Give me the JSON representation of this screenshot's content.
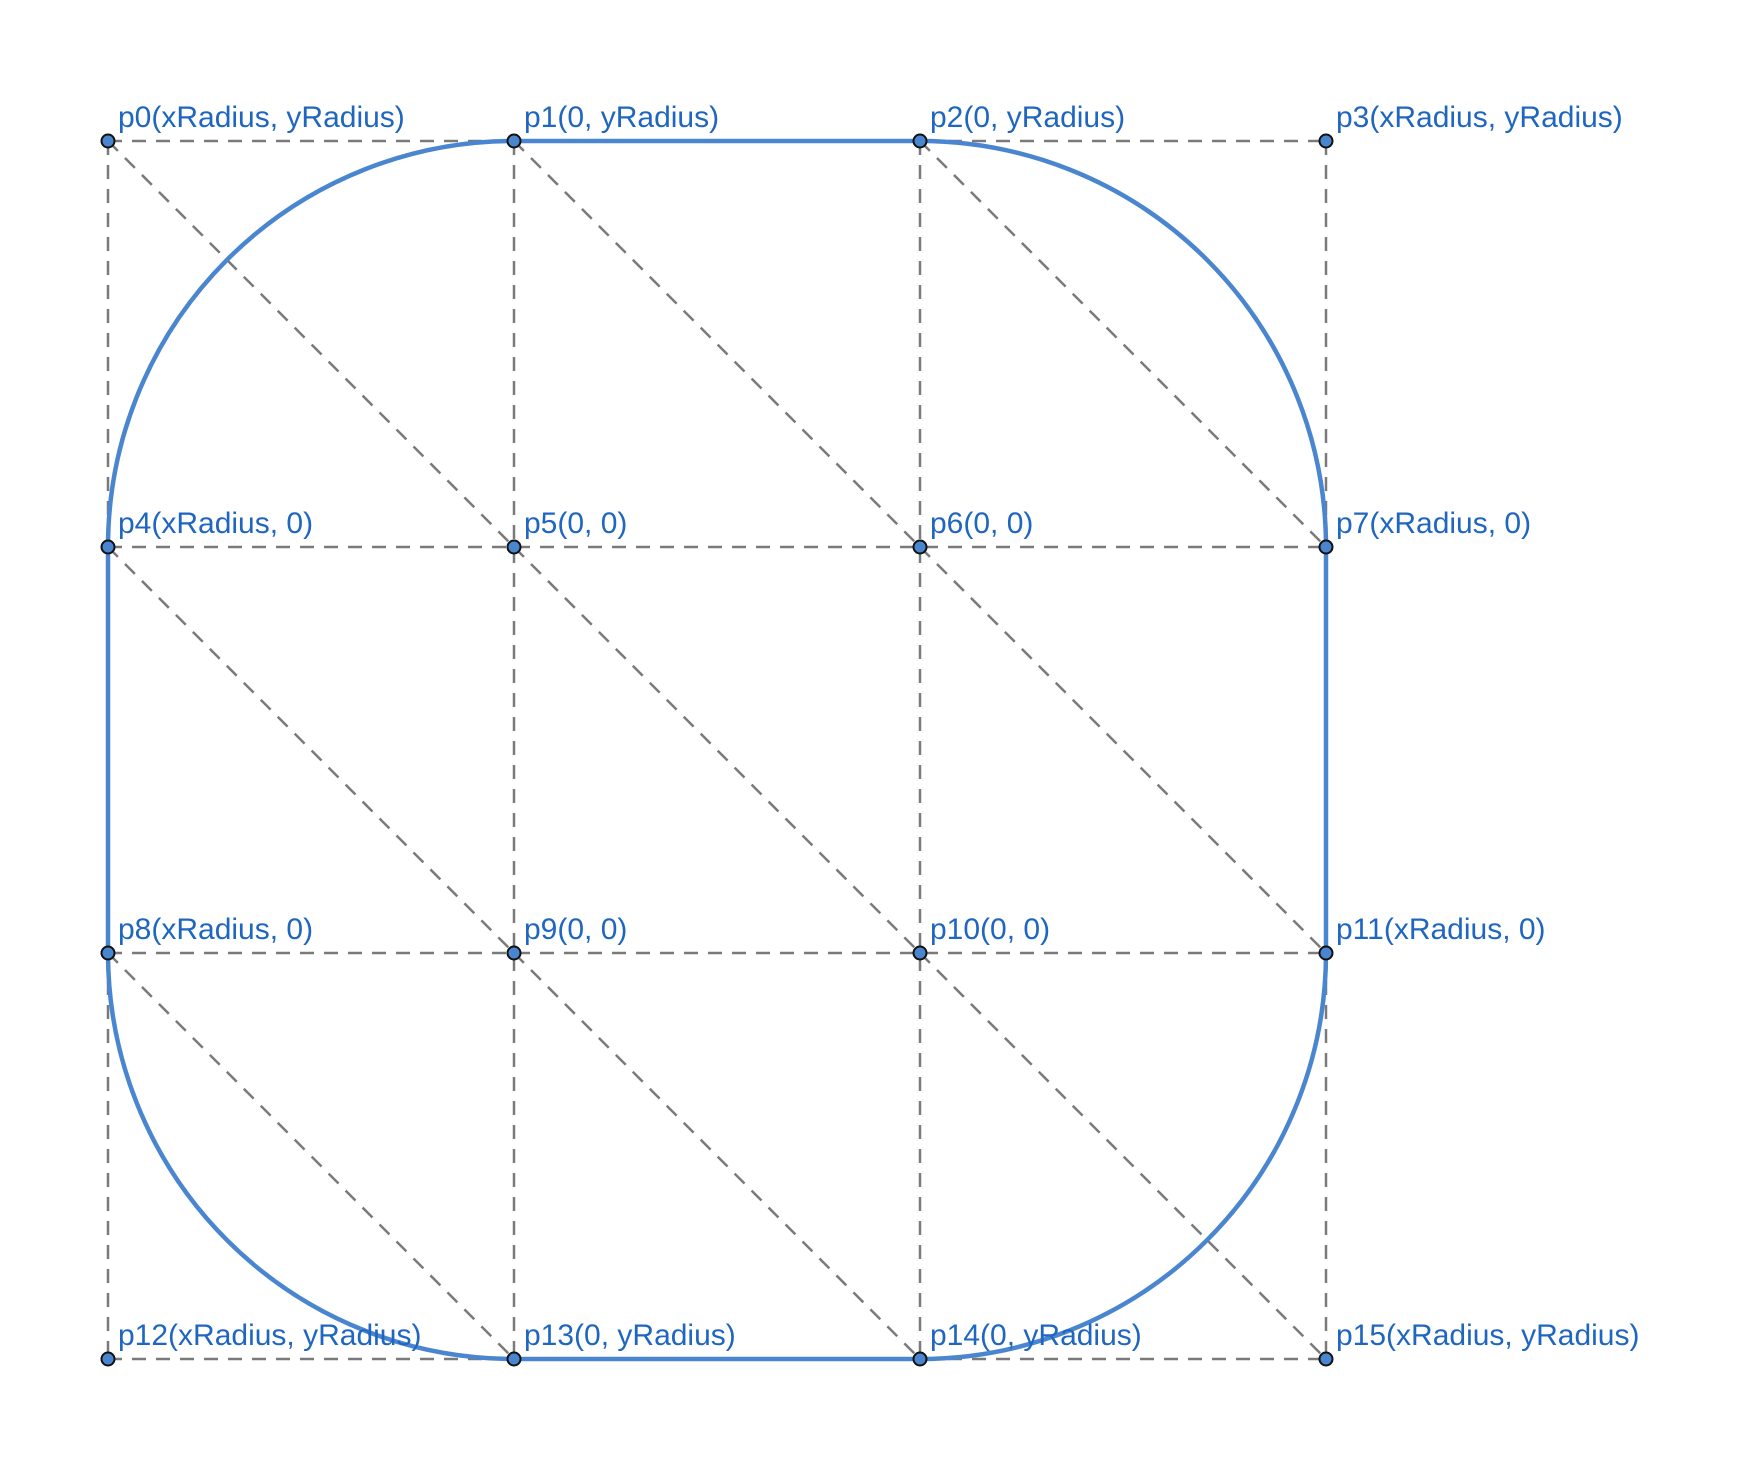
{
  "diagram": {
    "colors": {
      "outline": "#4a86cf",
      "grid": "#7a7a7a",
      "label": "#1f66c0",
      "point_fill": "#4a86cf",
      "point_stroke": "#111111"
    },
    "points": [
      {
        "id": "p0",
        "label": "p0(xRadius, yRadius)"
      },
      {
        "id": "p1",
        "label": "p1(0, yRadius)"
      },
      {
        "id": "p2",
        "label": "p2(0, yRadius)"
      },
      {
        "id": "p3",
        "label": "p3(xRadius, yRadius)"
      },
      {
        "id": "p4",
        "label": "p4(xRadius, 0)"
      },
      {
        "id": "p5",
        "label": "p5(0, 0)"
      },
      {
        "id": "p6",
        "label": "p6(0, 0)"
      },
      {
        "id": "p7",
        "label": "p7(xRadius, 0)"
      },
      {
        "id": "p8",
        "label": "p8(xRadius, 0)"
      },
      {
        "id": "p9",
        "label": "p9(0, 0)"
      },
      {
        "id": "p10",
        "label": "p10(0, 0)"
      },
      {
        "id": "p11",
        "label": "p11(xRadius, 0)"
      },
      {
        "id": "p12",
        "label": "p12(xRadius, yRadius)"
      },
      {
        "id": "p13",
        "label": "p13(0, yRadius)"
      },
      {
        "id": "p14",
        "label": "p14(0, yRadius)"
      },
      {
        "id": "p15",
        "label": "p15(xRadius, yRadius)"
      }
    ]
  }
}
